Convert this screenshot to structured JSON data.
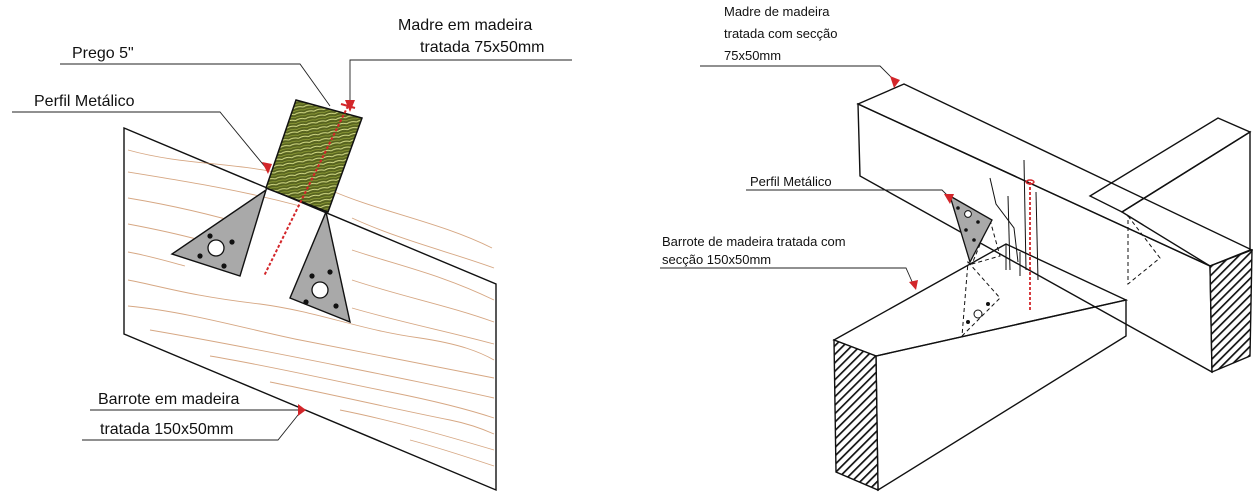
{
  "left_detail": {
    "labels": {
      "madre_line1": "Madre em madeira",
      "madre_line2": "tratada 75x50mm",
      "prego": "Prego 5\"",
      "perfil": "Perfil Metálico",
      "barrote_line1": "Barrote em madeira",
      "barrote_line2": "tratada 150x50mm"
    }
  },
  "right_detail": {
    "labels": {
      "madre_line1": "Madre  de  madeira",
      "madre_line2": "tratada com secção",
      "madre_line3": "75x50mm",
      "perfil": "Perfil Metálico",
      "barrote_line1": "Barrote de madeira tratada com",
      "barrote_line2": "secção 150x50mm"
    }
  },
  "colors": {
    "timber_section": "#4f5a1e",
    "grain": "#c88a5a",
    "plate": "#a9a9a9",
    "nail": "#d3262a"
  }
}
